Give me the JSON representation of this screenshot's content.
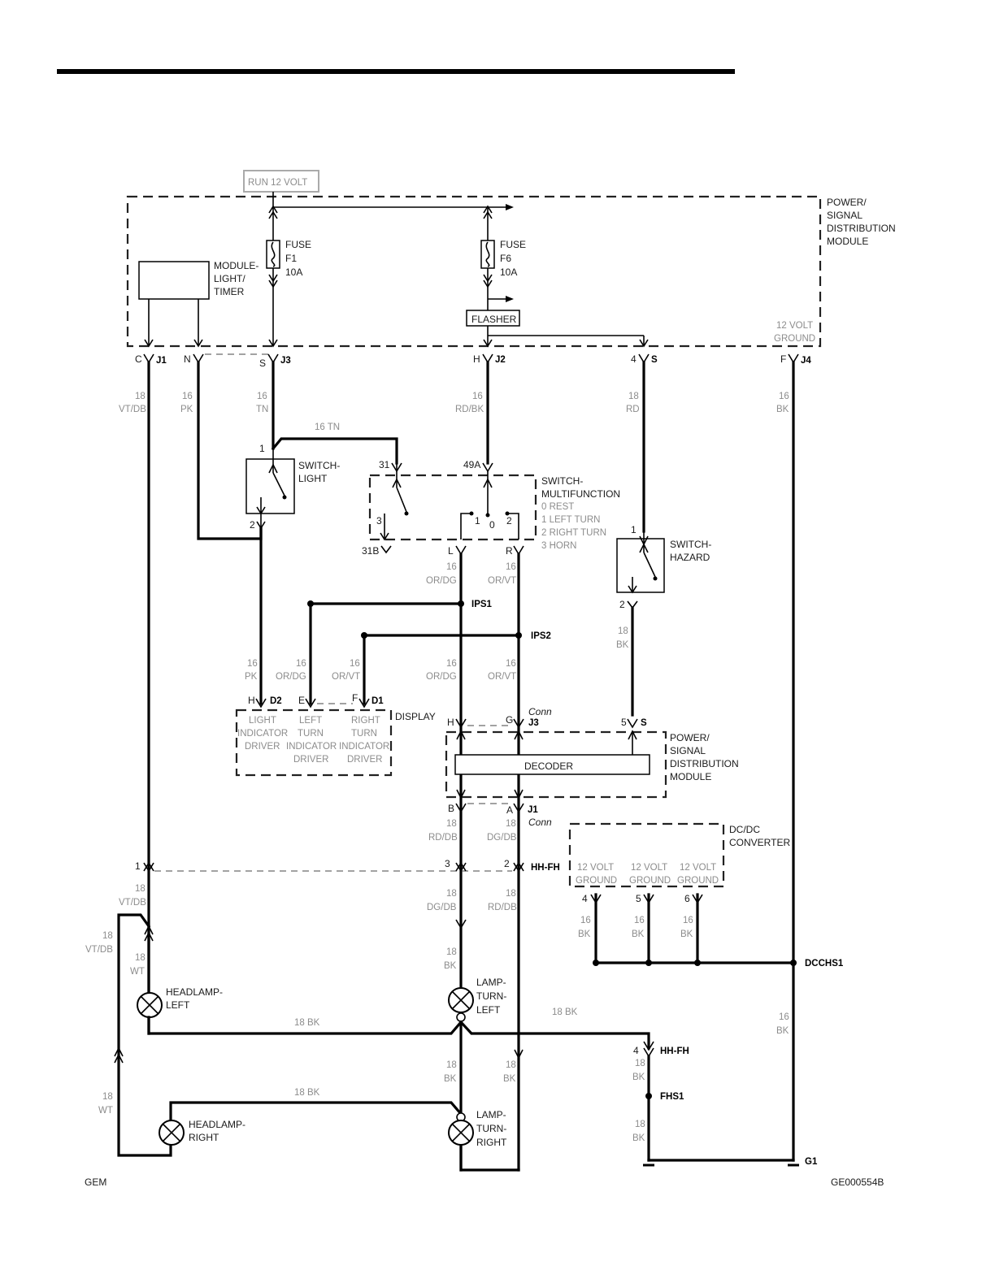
{
  "footer": {
    "left": "GEM",
    "right": "GE000554B"
  },
  "power": {
    "run": "RUN 12 VOLT"
  },
  "pdm": {
    "title": [
      "POWER/",
      "SIGNAL",
      "DISTRIBUTION",
      "MODULE"
    ],
    "module": [
      "MODULE-",
      "LIGHT/",
      "TIMER"
    ],
    "fuse1": [
      "FUSE",
      "F1",
      "10A"
    ],
    "fuse6": [
      "FUSE",
      "F6",
      "10A"
    ],
    "flasher": "FLASHER",
    "ground": [
      "12 VOLT",
      "GROUND"
    ],
    "pins": {
      "C": "C",
      "J1": "J1",
      "N": "N",
      "S": "S",
      "J3": "J3",
      "H": "H",
      "J2": "J2",
      "p4": "4",
      "Spin": "S",
      "F": "F",
      "J4": "J4"
    },
    "wires": {
      "vtdb_g": "18",
      "vtdb_c": "VT/DB",
      "pk_g": "16",
      "pk_c": "PK",
      "tn_g": "16",
      "tn_c": "TN",
      "rdbk_g": "16",
      "rdbk_c": "RD/BK",
      "rd_g": "18",
      "rd_c": "RD",
      "bk_g": "16",
      "bk_c": "BK"
    }
  },
  "switch_light": {
    "name": [
      "SWITCH-",
      "LIGHT"
    ],
    "pin1": "1",
    "pin2": "2",
    "tn_label": "16 TN"
  },
  "switch_mf": {
    "name": [
      "SWITCH-",
      "MULTIFUNCTION"
    ],
    "states": [
      "0 REST",
      "1 LEFT TURN",
      "2 RIGHT TURN",
      "3 HORN"
    ],
    "pin31": "31",
    "pin49A": "49A",
    "pin31B": "31B",
    "c3": "3",
    "c1": "1",
    "c0": "0",
    "c2": "2",
    "L": "L",
    "R": "R",
    "wL_g": "16",
    "wL_c": "OR/DG",
    "wR_g": "16",
    "wR_c": "OR/VT"
  },
  "switch_hazard": {
    "name": [
      "SWITCH-",
      "HAZARD"
    ],
    "pin1": "1",
    "pin2": "2",
    "w_g": "18",
    "w_c": "BK"
  },
  "splices": {
    "ips1": "IPS1",
    "ips2": "IPS2",
    "dcchs1": "DCCHS1",
    "fhs1": "FHS1",
    "g1": "G1"
  },
  "display": {
    "title": "DISPLAY",
    "drivers": [
      [
        "LIGHT",
        "INDICATOR",
        "DRIVER"
      ],
      [
        "LEFT",
        "TURN",
        "INDICATOR",
        "DRIVER"
      ],
      [
        "RIGHT",
        "TURN",
        "INDICATOR",
        "DRIVER"
      ]
    ],
    "H": "H",
    "D2": "D2",
    "E": "E",
    "F": "F",
    "D1": "D1",
    "w1_g": "16",
    "w1_c": "PK",
    "w2_g": "16",
    "w2_c": "OR/DG",
    "w3_g": "16",
    "w3_c": "OR/VT",
    "w4_g": "16",
    "w4_c": "OR/DG",
    "w5_g": "16",
    "w5_c": "OR/VT"
  },
  "pdm2": {
    "title": [
      "POWER/",
      "SIGNAL",
      "DISTRIBUTION",
      "MODULE"
    ],
    "decoder": "DECODER",
    "H": "H",
    "G": "G",
    "J3": "J3",
    "conn": "Conn",
    "p5": "5",
    "S": "S",
    "B": "B",
    "A": "A",
    "J1": "J1",
    "conn2": "Conn",
    "wB_g": "18",
    "wB_c": "RD/DB",
    "wA_g": "18",
    "wA_c": "DG/DB"
  },
  "dcdc": {
    "title": [
      "DC/DC",
      "CONVERTER"
    ],
    "grounds": [
      [
        "12 VOLT",
        "GROUND"
      ],
      [
        "12 VOLT",
        "GROUND"
      ],
      [
        "12 VOLT",
        "GROUND"
      ]
    ],
    "pins": [
      "4",
      "5",
      "6"
    ],
    "wire_g": "16",
    "wire_c": "BK"
  },
  "hhfh": {
    "label": "HH-FH",
    "p1": "1",
    "p3": "3",
    "p2": "2",
    "w1_g": "18",
    "w1_c": "VT/DB",
    "w3_g": "18",
    "w3_c": "DG/DB",
    "w2_g": "18",
    "w2_c": "RD/DB",
    "p4": "4",
    "label2": "HH-FH"
  },
  "lamps": {
    "headlamp_left": [
      "HEADLAMP-",
      "LEFT"
    ],
    "headlamp_right": [
      "HEADLAMP-",
      "RIGHT"
    ],
    "turn_left": [
      "LAMP-",
      "TURN-",
      "LEFT"
    ],
    "turn_right": [
      "LAMP-",
      "TURN-",
      "RIGHT"
    ]
  },
  "bottom_wires": {
    "vtdb2_g": "18",
    "vtdb2_c": "VT/DB",
    "wt1_g": "18",
    "wt1_c": "WT",
    "wt2_g": "18",
    "wt2_c": "WT",
    "bk_tl_g": "18",
    "bk_tl_c": "BK",
    "bk_hl": "18 BK",
    "bk_tl2": "18 BK",
    "bk_hr": "18 BK",
    "bk_tr_g": "18",
    "bk_tr_c": "BK",
    "bk_tr2_g": "18",
    "bk_tr2_c": "BK",
    "bk_hh_g": "18",
    "bk_hh_c": "BK",
    "bk_fhs_g": "18",
    "bk_fhs_c": "BK",
    "bk_dcc_g": "16",
    "bk_dcc_c": "BK"
  }
}
